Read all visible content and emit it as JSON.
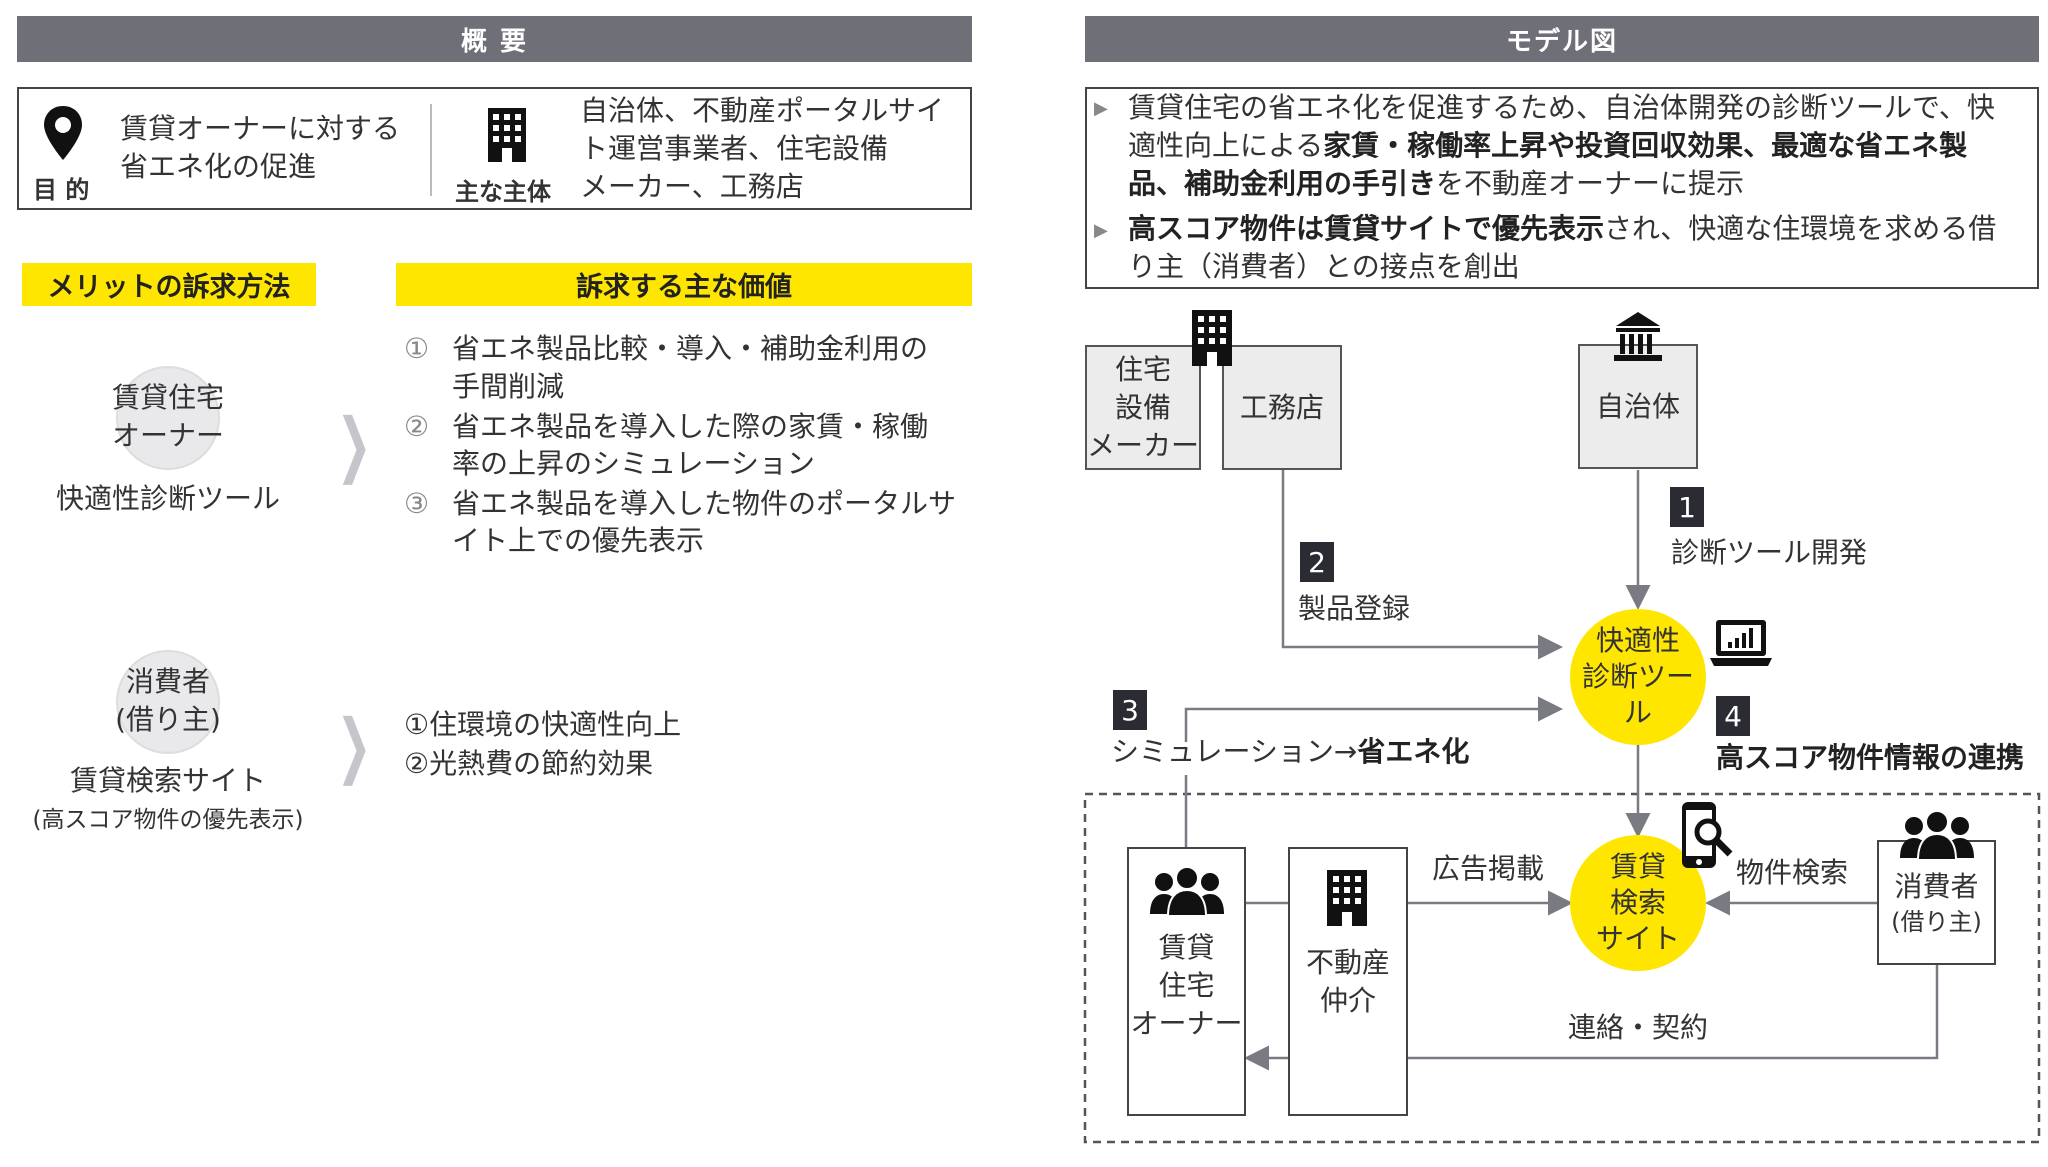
{
  "overview": {
    "title": "概 要",
    "purpose": {
      "label": "目 的",
      "text1": "賃貸オーナーに対する",
      "text2": "省エネ化の促進"
    },
    "actors": {
      "label": "主な主体",
      "lines": [
        "自治体、不動産ポータルサイ",
        "ト運営事業者、住宅設備",
        "メーカー、工務店"
      ]
    }
  },
  "merit_header": "メリットの訴求方法",
  "value_header": "訴求する主な価値",
  "rows": [
    {
      "circle": [
        "賃貸住宅",
        "オーナー"
      ],
      "method": "快適性診断ツール",
      "method_note": "",
      "values": [
        {
          "num": "①",
          "lines": [
            "省エネ製品比較・導入・補助金利用の",
            "手間削減"
          ]
        },
        {
          "num": "②",
          "lines": [
            "省エネ製品を導入した際の家賃・稼働",
            "率の上昇のシミュレーション"
          ]
        },
        {
          "num": "③",
          "lines": [
            "省エネ製品を導入した物件のポータルサ",
            "イト上での優先表示"
          ]
        }
      ]
    },
    {
      "circle": [
        "消費者",
        "(借り主)"
      ],
      "method": "賃貸検索サイト",
      "method_note": "(高スコア物件の優先表示)",
      "values": [
        {
          "num": "",
          "lines": [
            "①住環境の快適性向上"
          ]
        },
        {
          "num": "",
          "lines": [
            "②光熱費の節約効果"
          ]
        }
      ]
    }
  ],
  "model": {
    "title": "モデル図",
    "bullets": [
      {
        "l1": "賃貸住宅の省エネ化を促進するため、自治体開発の診断ツールで、快",
        "l2a": "適性向上による",
        "l2b": "家賃・稼働率上昇や投資回収効果、最適な省エネ製",
        "l3a": "品、補助金利用の手引き",
        "l3b": "を不動産オーナーに提示"
      },
      {
        "l1a": "高スコア物件は賃貸サイトで優先表示",
        "l1b": "され、快適な住環境を求める借",
        "l2": "り主（消費者）との接点を創出"
      }
    ],
    "nodes": {
      "maker": [
        "住宅",
        "設備",
        "メーカー"
      ],
      "builder": "工務店",
      "gov": "自治体",
      "tool": [
        "快適性",
        "診断ツール"
      ],
      "site": [
        "賃貸",
        "検索",
        "サイト"
      ],
      "owner": [
        "賃貸",
        "住宅",
        "オーナー"
      ],
      "agent": [
        "不動産",
        "仲介"
      ],
      "consumer": [
        "消費者",
        "(借り主)"
      ]
    },
    "steps": {
      "s1": {
        "num": "1",
        "label": "診断ツール開発"
      },
      "s2": {
        "num": "2",
        "label": "製品登録"
      },
      "s3": {
        "num": "3",
        "label_a": "シミュレーション→",
        "label_b": "省エネ化"
      },
      "s4": {
        "num": "4",
        "label": "高スコア物件情報の連携"
      }
    },
    "edges": {
      "ad": "広告掲載",
      "search": "物件検索",
      "contact": "連絡・契約"
    }
  },
  "colors": {
    "header": "#6f6f78",
    "yellow": "#ffe600",
    "line": "#7a7a82"
  }
}
